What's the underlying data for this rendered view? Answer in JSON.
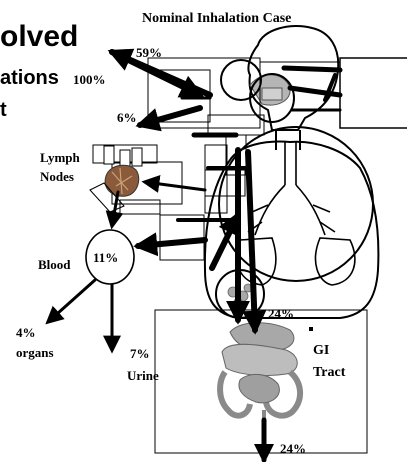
{
  "slide": {
    "title": "Nominal Inhalation Case",
    "fragments": {
      "heading": "olved",
      "line2": "ations",
      "line3": "t"
    }
  },
  "labels": {
    "pct_59": "59%",
    "pct_100": "100%",
    "pct_6": "6%",
    "lymph_line1": "Lymph",
    "lymph_line2": "Nodes",
    "blood": "Blood",
    "blood_pct": "11%",
    "organs_pct": "4%",
    "organs": "organs",
    "urine_pct": "7%",
    "urine": "Urine",
    "gi_pct": "24%",
    "gi_line1": "GI",
    "gi_line2": "Tract",
    "feces_pct": "24%"
  },
  "colors": {
    "ink": "#000000",
    "organ_gray": "#9a9a9a",
    "lymph_brown": "#8a5a3a"
  }
}
